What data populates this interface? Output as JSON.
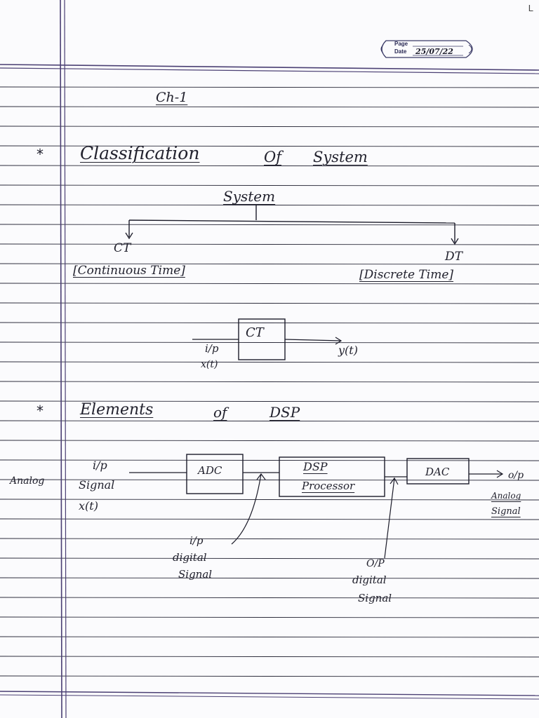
{
  "header": {
    "page_label": "Page",
    "date_label": "Date",
    "date_value": "25/07/22",
    "corner_mark": "L"
  },
  "chapter": "Ch-1",
  "section1": {
    "bullet": "*",
    "title_word1": "Classification",
    "title_word2": "Of",
    "title_word3": "System",
    "tree": {
      "root": "System",
      "left_abbr": "CT",
      "left_full": "[Continuous Time]",
      "right_abbr": "DT",
      "right_full": "[Discrete Time]"
    },
    "block": {
      "label": "CT",
      "input_label": "i/p",
      "input_signal": "x(t)",
      "output_signal": "y(t)"
    }
  },
  "section2": {
    "bullet": "*",
    "title_word1": "Elements",
    "title_word2": "of",
    "title_word3": "DSP",
    "diagram": {
      "input_side": "Analog",
      "input_top": "i/p",
      "input_mid": "Signal",
      "input_bot": "x(t)",
      "adc": "ADC",
      "dsp_line1": "DSP",
      "dsp_line2": "Processor",
      "dac": "DAC",
      "output_label": "o/p",
      "output_l2": "Analog",
      "output_l3": "Signal",
      "digital_in_l1": "i/p",
      "digital_in_l2": "digital",
      "digital_in_l3": "Signal",
      "digital_out_l1": "O/P",
      "digital_out_l2": "digital",
      "digital_out_l3": "Signal"
    }
  },
  "colors": {
    "paper": "#fbfbfd",
    "rule_line": "#2b2b3a",
    "margin_line": "#4a3f73",
    "ink": "#1c1c2a"
  }
}
